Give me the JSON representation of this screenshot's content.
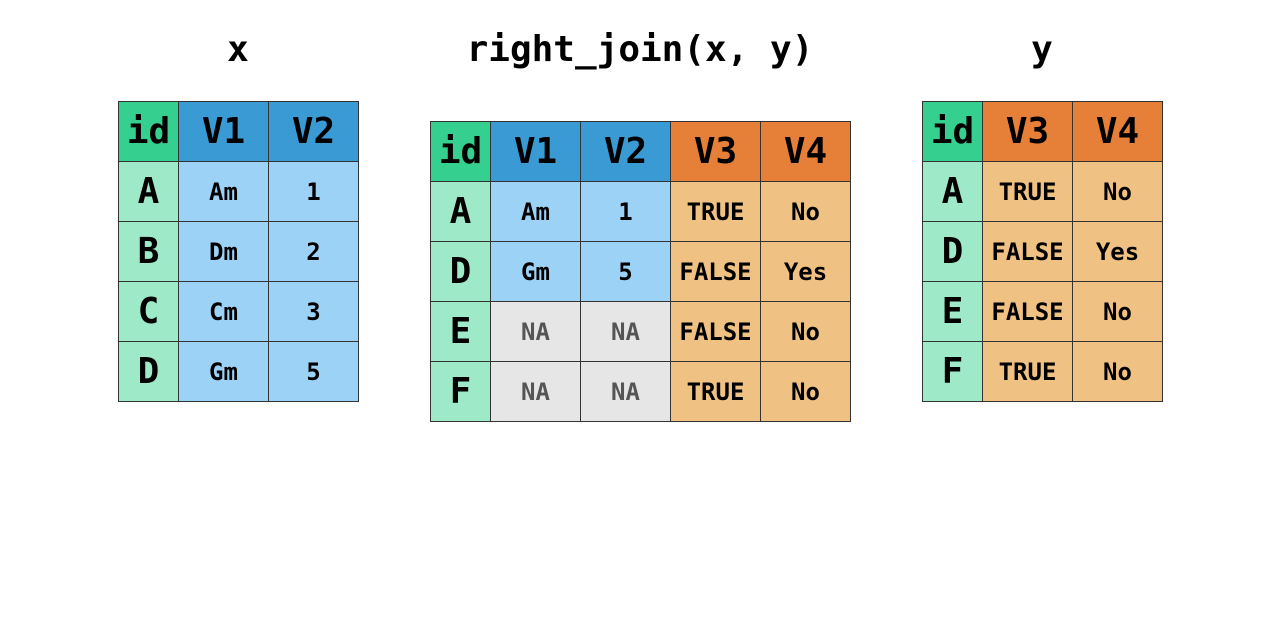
{
  "colors": {
    "id_header": "#35d08f",
    "id_cell": "#9ee9c8",
    "x_header": "#3a9bd4",
    "x_cell": "#9dd2f7",
    "y_header": "#e68039",
    "y_cell": "#efc183",
    "na_cell": "#e6e6e6"
  },
  "tables": {
    "x": {
      "title": "x",
      "headers": [
        "id",
        "V1",
        "V2"
      ],
      "rows": [
        [
          "A",
          "Am",
          "1"
        ],
        [
          "B",
          "Dm",
          "2"
        ],
        [
          "C",
          "Cm",
          "3"
        ],
        [
          "D",
          "Gm",
          "5"
        ]
      ]
    },
    "result": {
      "title": "right_join(x, y)",
      "headers": [
        "id",
        "V1",
        "V2",
        "V3",
        "V4"
      ],
      "rows": [
        [
          "A",
          "Am",
          "1",
          "TRUE",
          "No"
        ],
        [
          "D",
          "Gm",
          "5",
          "FALSE",
          "Yes"
        ],
        [
          "E",
          "NA",
          "NA",
          "FALSE",
          "No"
        ],
        [
          "F",
          "NA",
          "NA",
          "TRUE",
          "No"
        ]
      ]
    },
    "y": {
      "title": "y",
      "headers": [
        "id",
        "V3",
        "V4"
      ],
      "rows": [
        [
          "A",
          "TRUE",
          "No"
        ],
        [
          "D",
          "FALSE",
          "Yes"
        ],
        [
          "E",
          "FALSE",
          "No"
        ],
        [
          "F",
          "TRUE",
          "No"
        ]
      ]
    }
  }
}
